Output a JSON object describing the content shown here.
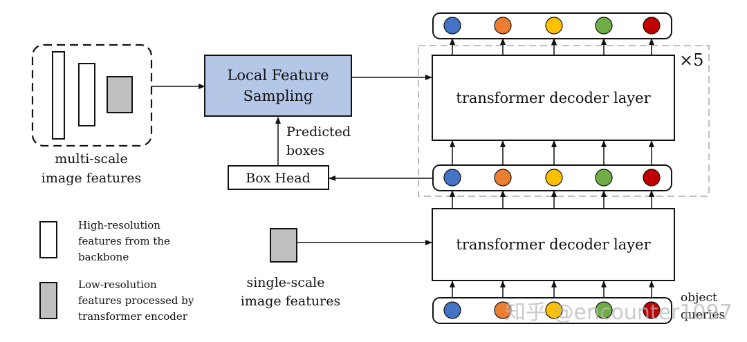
{
  "labels": {
    "local_feature_sampling_line1": "Local Feature",
    "local_feature_sampling_line2": "Sampling",
    "multi_scale_line1": "multi-scale",
    "multi_scale_line2": "image features",
    "predicted_line1": "Predicted",
    "predicted_line2": "boxes",
    "box_head": "Box Head",
    "decoder_layer_top": "transformer decoder layer",
    "decoder_layer_bottom": "transformer decoder layer",
    "repeat": "×5",
    "single_scale_line1": "single-scale",
    "single_scale_line2": "image features",
    "object_queries_line1": "object",
    "object_queries_line2": "queries"
  },
  "legend": {
    "high_res_line1": "High-resolution",
    "high_res_line2": "features from the",
    "high_res_line3": "backbone",
    "low_res_line1": "Low-resolution",
    "low_res_line2": "features processed by",
    "low_res_line3": "transformer encoder"
  },
  "watermark": "知乎 @encounter1097",
  "colors": {
    "query_dots": [
      "#4472c4",
      "#ed7d31",
      "#ffc000",
      "#70ad47",
      "#c00000"
    ],
    "sampling_fill": "#b4c7e7",
    "low_res_fill": "#c0c0c0",
    "dashed_box": "#bfbfbf"
  }
}
